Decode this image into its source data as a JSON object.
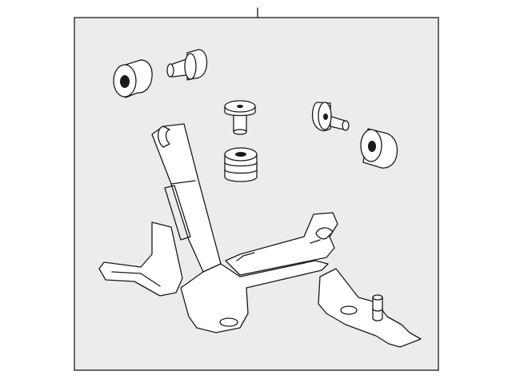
{
  "diagram": {
    "background_color": "#ececec",
    "line_color": "#1a1a1a",
    "parts": [
      {
        "name": "grommet-left",
        "icon": "rubber-grommet"
      },
      {
        "name": "pin-left",
        "icon": "mounting-pin"
      },
      {
        "name": "pin-center",
        "icon": "mounting-pin"
      },
      {
        "name": "grommet-center",
        "icon": "rubber-grommet"
      },
      {
        "name": "pin-right",
        "icon": "mounting-pin"
      },
      {
        "name": "grommet-right",
        "icon": "rubber-grommet"
      },
      {
        "name": "bracket",
        "icon": "mounting-bracket"
      }
    ]
  }
}
